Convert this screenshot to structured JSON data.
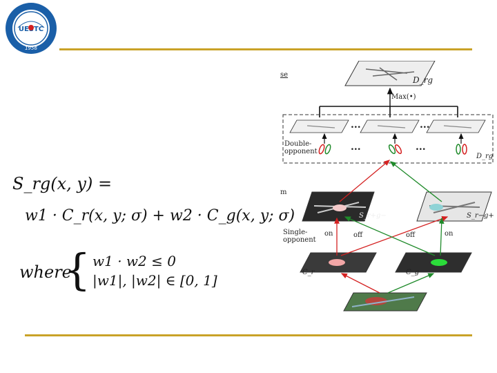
{
  "logo": {
    "text": "UESTC",
    "year": "1956",
    "ring_color": "#1a5fa8"
  },
  "colors": {
    "rule": "#c9a227",
    "red_arrow": "#d42020",
    "green_arrow": "#1f8a2a"
  },
  "formula": {
    "line1": "S_rg(x, y) =",
    "line2": "w1 · C_r(x, y; σ) + w2 · C_g(x, y; σ)",
    "where": "where",
    "cond1": "w1 · w2 ≤ 0",
    "cond2": "|w1|, |w2| ∈ [0, 1]"
  },
  "diagram": {
    "cut_labels": {
      "top": "se",
      "mid": "m"
    },
    "max_label": "Max(•)",
    "d_label": "D_rg",
    "double_opponent": "Double-\nopponent",
    "single_opponent": "Single-\nopponent",
    "d_rg_small": "D_rg",
    "s_rg_minus": "S_r+g−",
    "s_rg_plus": "S_r−g+",
    "cr_label": "C_r",
    "cg_label": "C_g",
    "on_off": [
      "on",
      "off",
      "off",
      "on"
    ],
    "dots": "..."
  }
}
